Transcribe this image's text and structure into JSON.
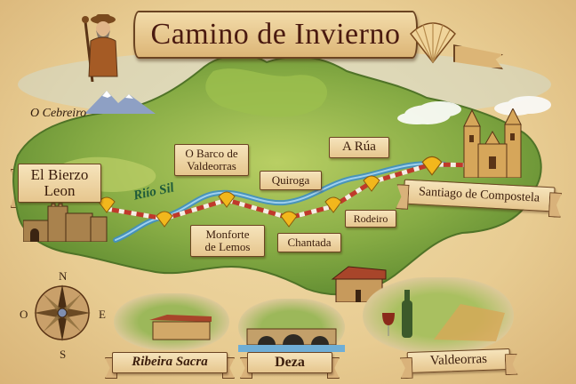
{
  "title": "Camino de Invierno",
  "colors": {
    "parchment": "#ecd39c",
    "forest_green": "#6f9a3a",
    "light_green": "#a9c65a",
    "river_blue": "#3f8fc4",
    "route_red": "#c0392b",
    "route_white": "#f4efe4",
    "shell_gold": "#f2b71c",
    "banner_fill": "#f1dcae",
    "text_brown": "#3b1d0c",
    "river_label_green": "#1d5a3a"
  },
  "icons": {
    "pilgrim": "pilgrim-icon",
    "scallop_shell": "scallop-shell-icon",
    "cathedral": "cathedral-icon",
    "castle": "castle-icon",
    "compass_rose": "compass-rose-icon",
    "mountains": "mountains-icon",
    "clouds": "cloud-icon",
    "farmhouse": "farmhouse-icon",
    "monastery": "monastery-icon",
    "stone_bridge": "bridge-icon",
    "wine": "wine-icon"
  },
  "regions": {
    "o_cebreiro": "O Cebreiro",
    "river": "Riío Sil"
  },
  "route": {
    "stops": [
      {
        "name": "El Bierzo\nLeon",
        "line1": "El Bierzo",
        "line2": "Leon"
      },
      {
        "name": "O Barco de Valdeorras",
        "line1": "O Barco de",
        "line2": "Valdeorras"
      },
      {
        "name": "Monforte de Lemos",
        "line1": "Monforte",
        "line2": "de Lemos"
      },
      {
        "name": "Quiroga",
        "line1": "Quiroga"
      },
      {
        "name": "Chantada",
        "line1": "Chantada"
      },
      {
        "name": "A Rúa",
        "line1": "A Rúa"
      },
      {
        "name": "Rodeiro",
        "line1": "Rodeiro"
      },
      {
        "name": "Santiago de Compostela",
        "line1": "Santiago de Compostela"
      }
    ],
    "shell_markers": 8
  },
  "compass": {
    "north": "N",
    "south": "S",
    "east": "E",
    "west": "O"
  },
  "vignettes": [
    {
      "label": "Ribeira Sacra"
    },
    {
      "label": "Deza"
    },
    {
      "label": "Valdeorras"
    }
  ]
}
